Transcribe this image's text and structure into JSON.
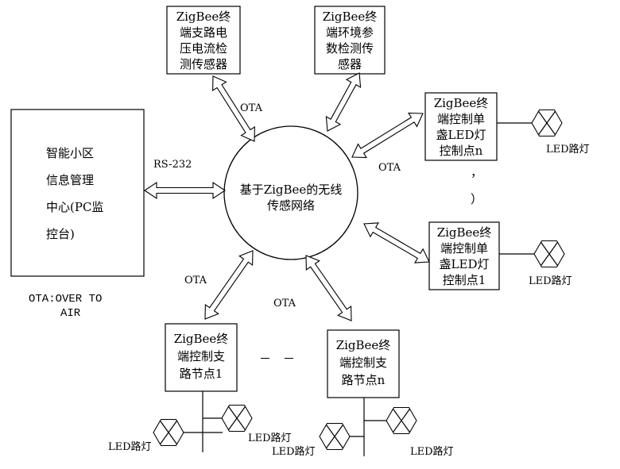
{
  "center": {
    "lines": [
      "基于ZigBee的无线",
      "传感网络"
    ]
  },
  "pc_center": {
    "lines": [
      "智能小区",
      "信息管理",
      "中心(PC监",
      "控台)"
    ]
  },
  "link_labels": {
    "rs232": "RS-232",
    "ota_top": "OTA",
    "ota_right": "OTA",
    "ota_bottom_left": "OTA",
    "ota_bottom_mid": "OTA"
  },
  "legend": {
    "line1": "OTA:OVER TO",
    "line2": "AIR"
  },
  "nodes": {
    "voltage_sensor": [
      "ZigBee终",
      "端支路电",
      "压电流检",
      "测传感器"
    ],
    "env_sensor": [
      "ZigBee终",
      "端环境参",
      "数检测传",
      "感器"
    ],
    "single_lamp_n": [
      "ZigBee终",
      "端控制单",
      "盏LED灯",
      "控制点n"
    ],
    "single_lamp_1": [
      "ZigBee终",
      "端控制单",
      "盏LED灯",
      "控制点1"
    ],
    "branch_node_1": [
      "ZigBee终",
      "端控制支",
      "路节点1"
    ],
    "branch_node_n": [
      "ZigBee终",
      "端控制支",
      "路节点n"
    ]
  },
  "ellipsis": {
    "vertical_1": "，",
    "vertical_2": "）",
    "horizontal": "－　－"
  },
  "lamps": {
    "lamp_label": "LED路灯",
    "right_top": "LED路灯",
    "right_mid": "LED路灯",
    "bl_left": "LED路灯",
    "bl_right": "LED路灯",
    "br_left": "LED路灯",
    "br_right": "LED路灯"
  }
}
